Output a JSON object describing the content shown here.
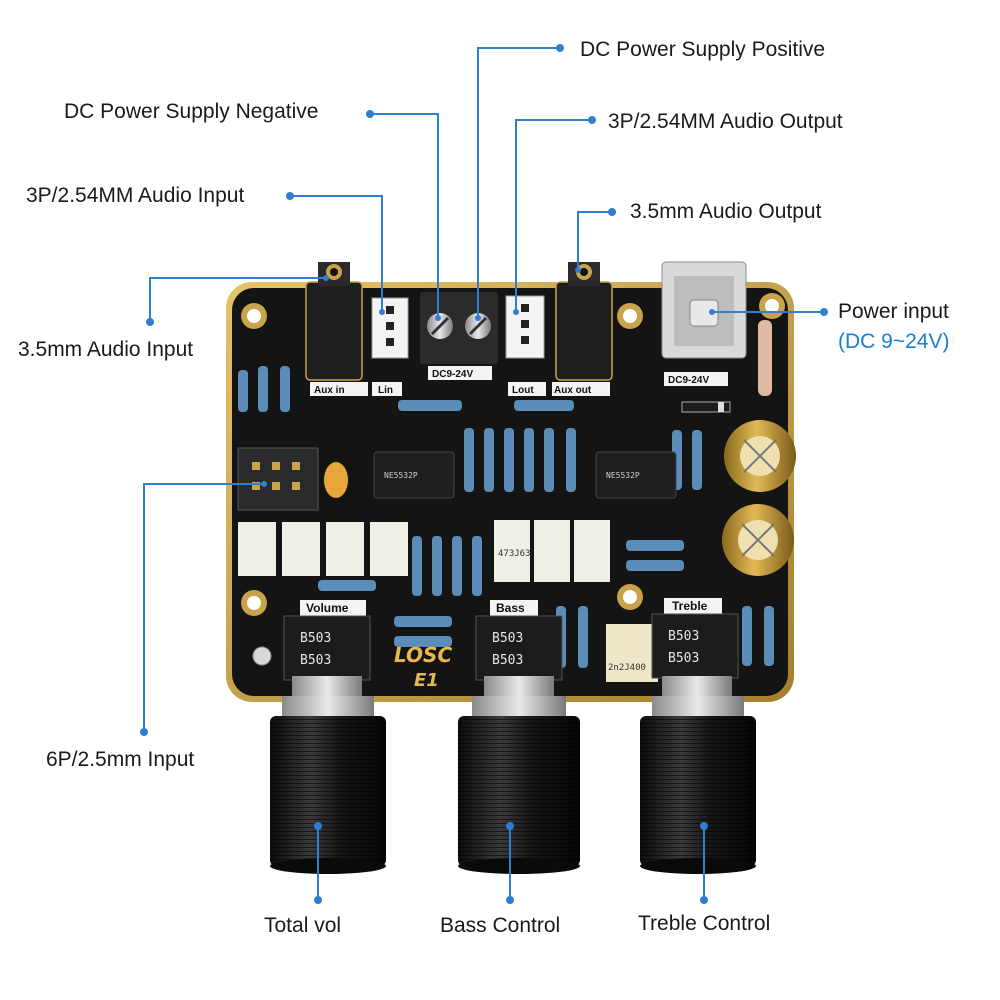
{
  "labels": {
    "dc_positive": "DC Power Supply Positive",
    "dc_negative": "DC Power Supply Negative",
    "audio_output_3p": "3P/2.54MM Audio Output",
    "audio_input_3p": "3P/2.54MM Audio Input",
    "audio_output_35": "3.5mm Audio Output",
    "audio_input_35": "3.5mm Audio Input",
    "power_input": "Power input",
    "power_input_range": "(DC 9~24V)",
    "input_6p": "6P/2.5mm Input",
    "total_vol": "Total vol",
    "bass_control": "Bass Control",
    "treble_control": "Treble Control"
  },
  "board": {
    "silkscreen": {
      "aux_in": "Aux in",
      "lin": "Lin",
      "dc_label": "DC9-24V",
      "lout": "Lout",
      "aux_out": "Aux out",
      "dc_label_right": "DC9-24V",
      "volume": "Volume",
      "bass": "Bass",
      "treble": "Treble",
      "logo": "LOSC",
      "model": "E1"
    },
    "pot_marking": "B503",
    "ic_marking_1": "NE5532P",
    "ic_marking_2": "NE5532P",
    "cap_marking": "473J63",
    "cap_marking_2": "2n2J400"
  },
  "colors": {
    "accent": "#2f7fcf",
    "pcb": "#131313",
    "pcb_edge": "#c9a24c",
    "knob": "#1b1b1b"
  }
}
